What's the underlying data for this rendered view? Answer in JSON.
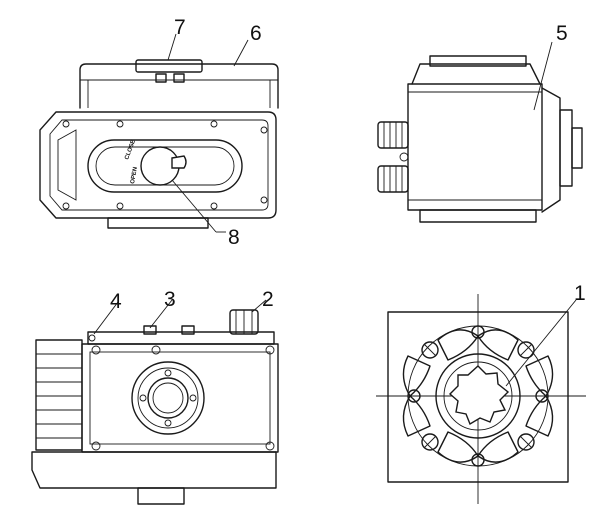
{
  "callouts": {
    "c1": "1",
    "c2": "2",
    "c3": "3",
    "c4": "4",
    "c5": "5",
    "c6": "6",
    "c7": "7",
    "c8": "8"
  },
  "indicator": {
    "open_label": "OPEN",
    "close_label": "CLOSE"
  },
  "colors": {
    "line": "#1a1a1a",
    "background": "#ffffff"
  }
}
